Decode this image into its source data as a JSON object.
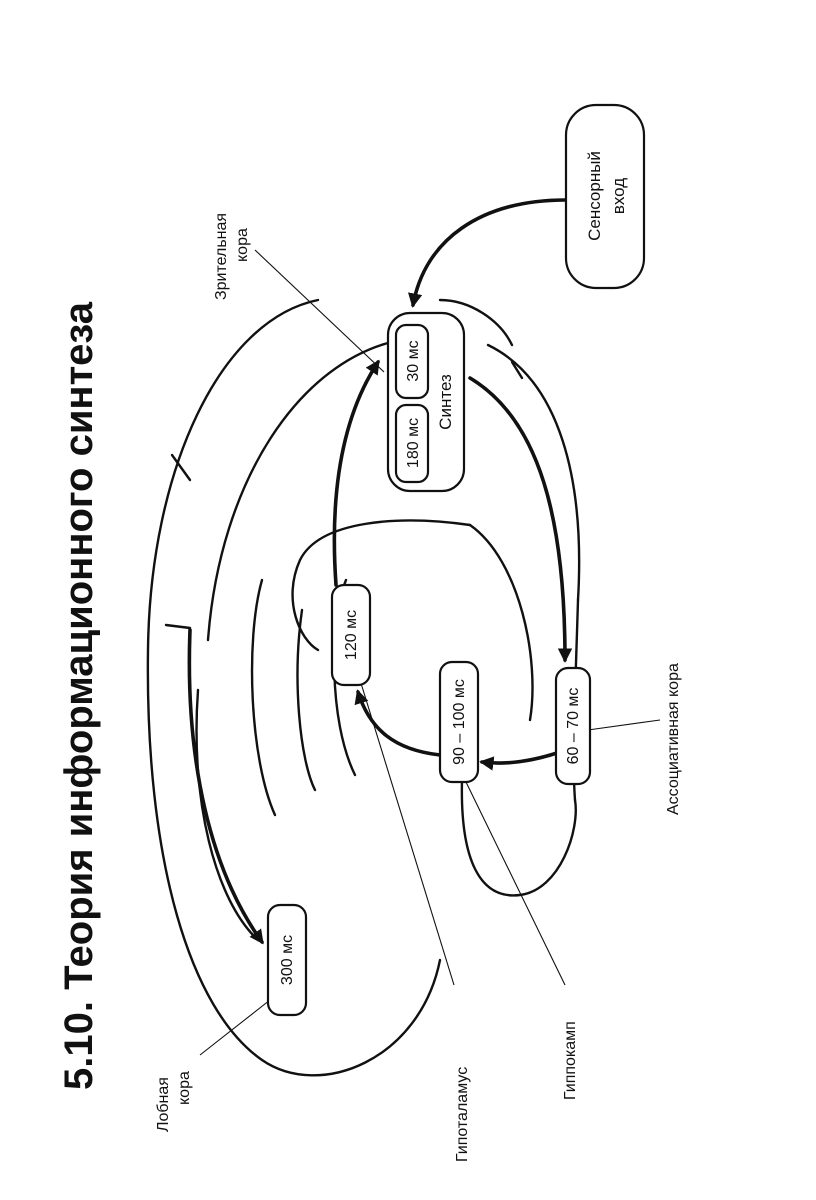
{
  "title": "5.10. Теория информационного синтеза",
  "nodes": {
    "sensory_input": [
      "Сенсорный",
      "вход"
    ],
    "synthesis_180": "180 мс",
    "synthesis_30": "30 мс",
    "synthesis_label": "Синтез",
    "t120": "120 мс",
    "t90_100": "90 – 100 мс",
    "t60_70": "60 – 70 мс",
    "t300": "300 мс"
  },
  "labels": {
    "visual_cortex": [
      "Зрительная",
      "кора"
    ],
    "frontal_cortex": [
      "Лобная",
      "кора"
    ],
    "hypothalamus": "Гипоталамус",
    "hippocampus": "Гиппокамп",
    "association_cortex": "Ассоциативная кора"
  }
}
